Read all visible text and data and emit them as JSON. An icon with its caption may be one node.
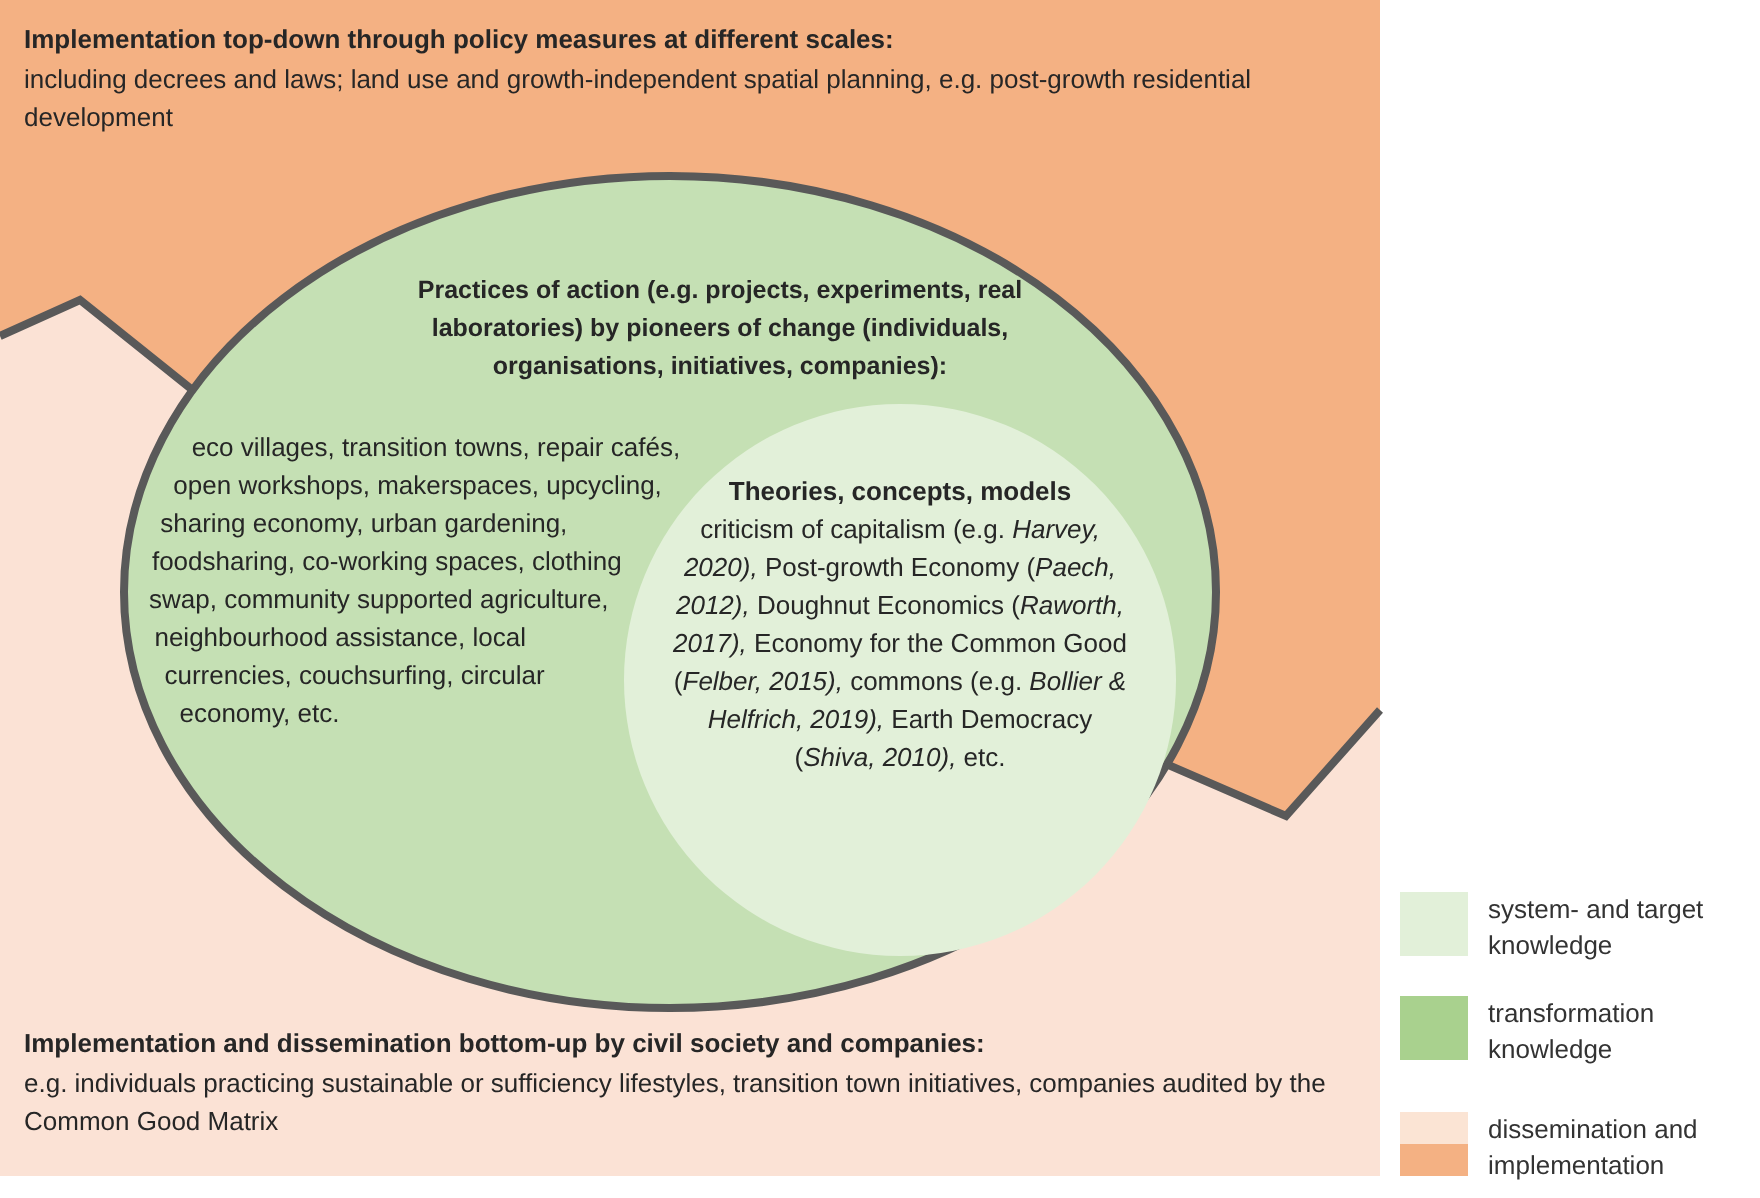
{
  "diagram": {
    "nodes": [
      {
        "text": [
          "Implementation top-down through policy measures at different scales:",
          "including decrees and laws; land use and growth-independent spatial planning, e.g. post-growth residential development"
        ]
      },
      {
        "text": [
          "Practices of action (e.g. projects, experiments, real laboratories) by pioneers of change (individuals, organisations, initiatives, companies):",
          "eco villages, transition towns, repair cafés, open workshops, makerspaces, upcycling, sharing economy, urban gardening, foodsharing, co-working spaces, clothing swap, community supported agriculture, neighbourhood assistance, local currencies, couchsurfing, circular economy, etc."
        ]
      },
      {
        "text": [
          "Theories, concepts, models",
          "criticism of capitalism (e.g. *Harvey, 2020),* Post-growth Economy (*Paech, 2012),* Doughnut Economics (*Raworth, 2017),* Economy for the Common Good (*Felber, 2015),* commons (e.g. *Bollier & Helfrich, 2019),* Earth Democracy (*Shiva, 2010),* etc."
        ],
        "in": 1
      },
      {
        "text": [
          "Implementation and dissemination bottom-up by civil society and companies:",
          "e.g. individuals practicing sustainable or sufficiency lifestyles, transition town initiatives, companies audited by the Common Good Matrix"
        ]
      }
    ],
    "legend": [
      {
        "text": "system- and target knowledge",
        "color": "#e2f0d9"
      },
      {
        "text": "transformation knowledge",
        "color": "#a9d18e"
      },
      {
        "text": "dissemination and implementation",
        "color": "#f4b183"
      }
    ]
  }
}
